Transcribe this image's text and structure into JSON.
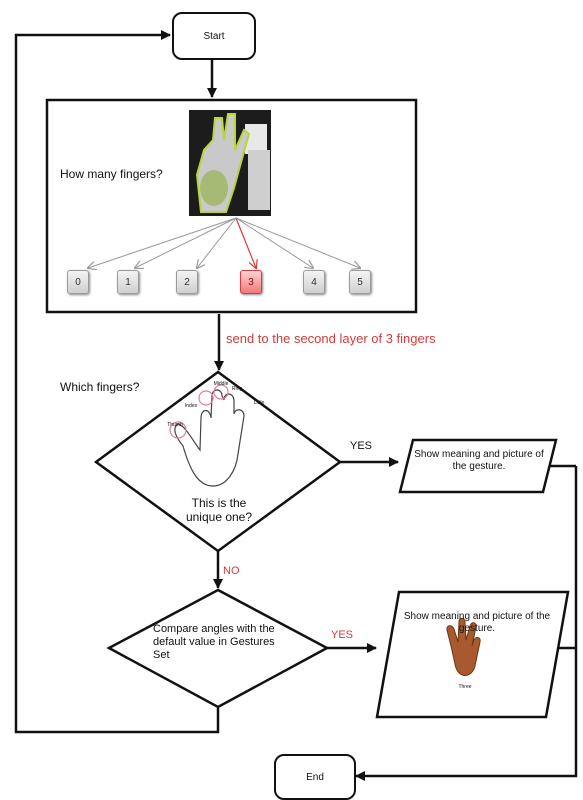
{
  "start": {
    "label": "Start"
  },
  "end": {
    "label": "End"
  },
  "finger_count": {
    "question": "How many fingers?",
    "buttons": [
      "0",
      "1",
      "2",
      "3",
      "4",
      "5"
    ],
    "selected": "3"
  },
  "transition_note": "send to the second layer of 3 fingers",
  "decision_unique": {
    "question": "Which fingers?",
    "label": "This is the unique one?",
    "finger_names": [
      "Index",
      "Middle",
      "Ring",
      "Little",
      "Thumb"
    ]
  },
  "yes_label_1": "YES",
  "no_label": "NO",
  "output_1": {
    "text": "Show meaning and picture of the gesture."
  },
  "decision_compare": {
    "label": "Compare angles with the default value in Gestures Set"
  },
  "yes_label_2": "YES",
  "output_2": {
    "text": "Show meaning and picture of the gesture.",
    "caption": "Three"
  },
  "colors": {
    "line": "#111111",
    "accent_red": "#d63a3a",
    "selected_button": "#f07a7a"
  }
}
